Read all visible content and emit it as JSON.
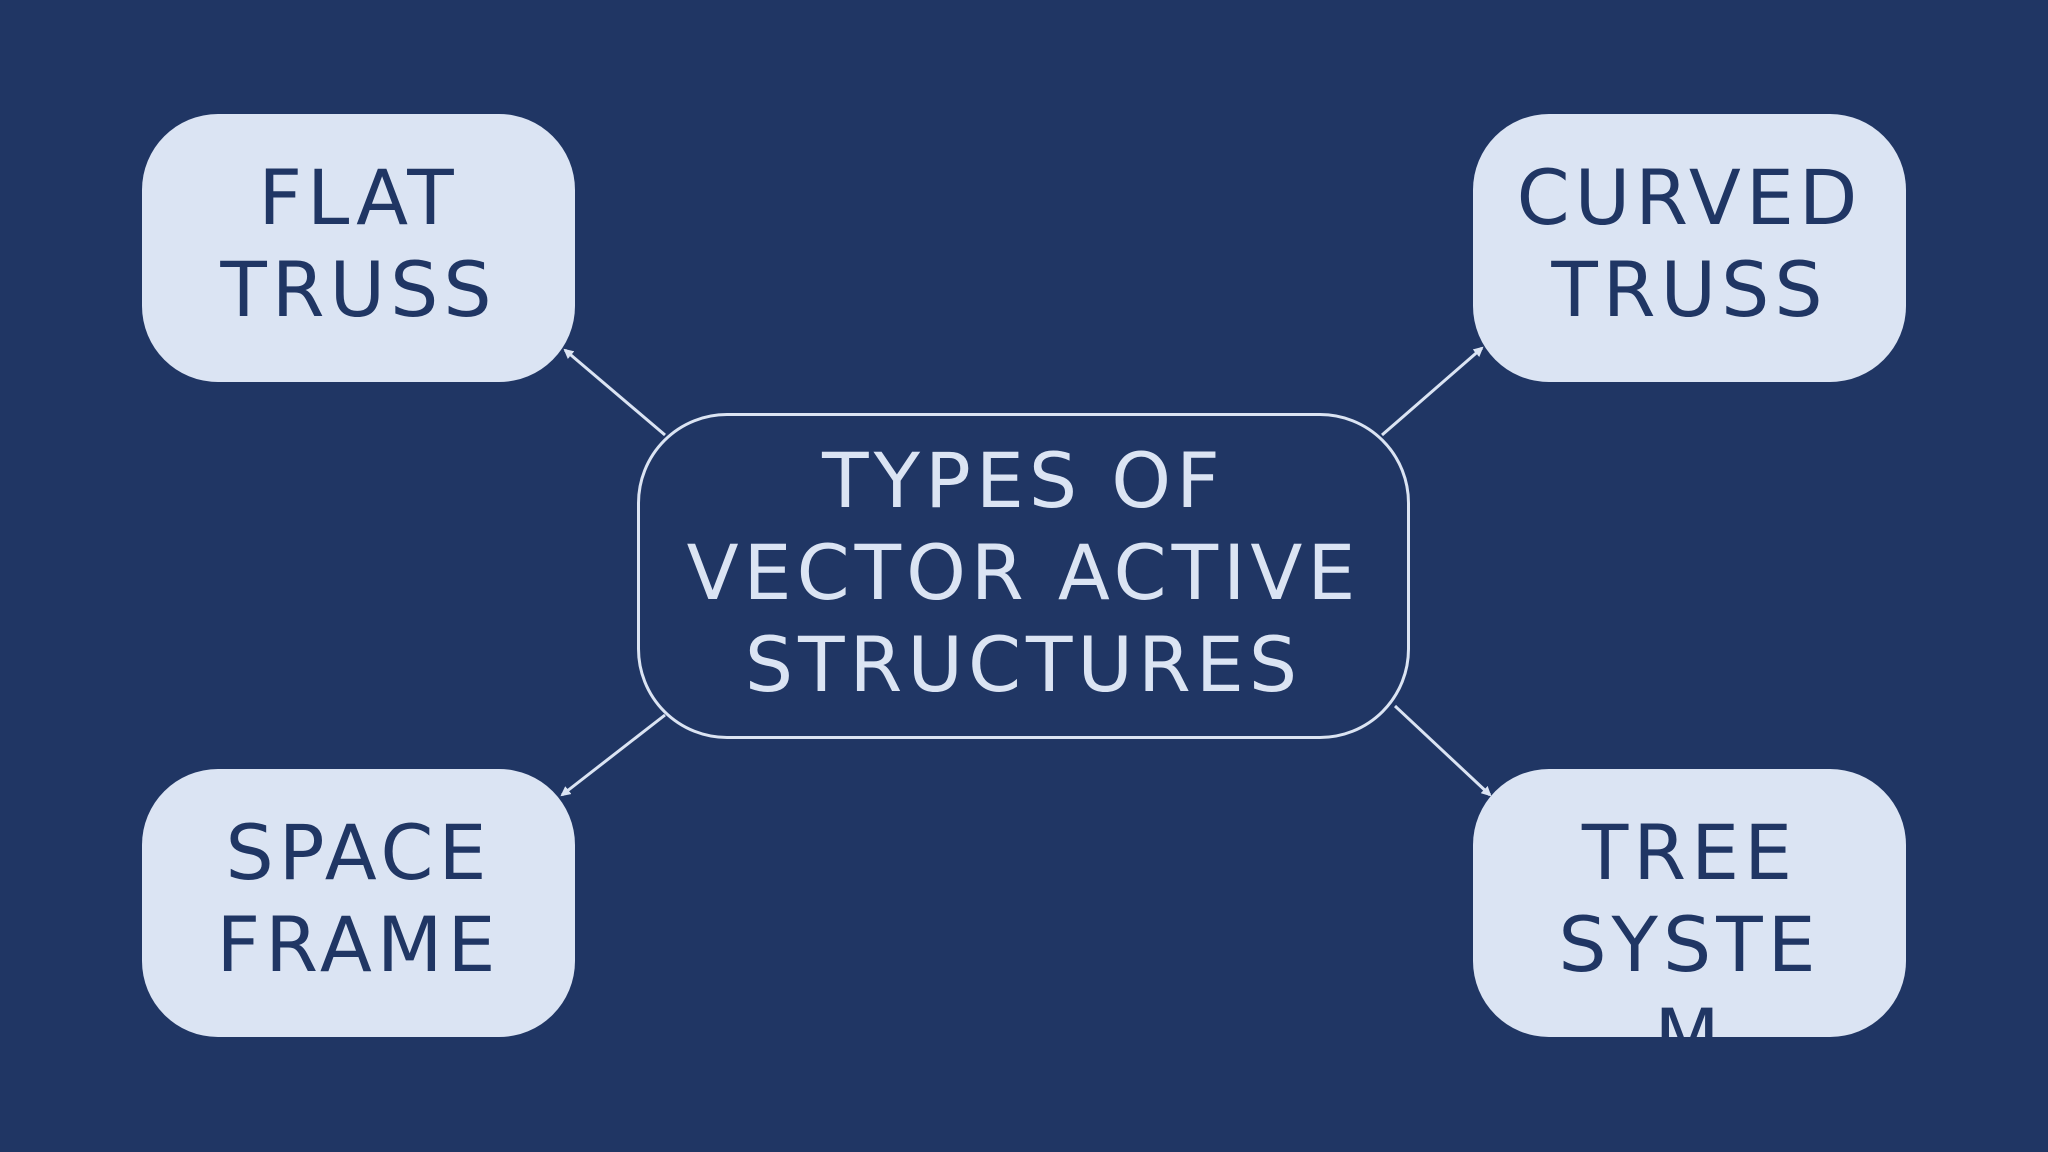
{
  "diagram": {
    "center": {
      "label": "TYPES OF\nVECTOR ACTIVE\nSTRUCTURES"
    },
    "nodes": [
      {
        "label": "FLAT\nTRUSS"
      },
      {
        "label": "CURVED\nTRUSS"
      },
      {
        "label": "SPACE\nFRAME"
      },
      {
        "label": "TREE\nSYSTE\nM"
      }
    ]
  },
  "colors": {
    "background": "#203664",
    "node_fill": "#dbe4f3",
    "node_text": "#203664",
    "center_outline": "#dbe4f3",
    "connector": "#dbe4f3"
  }
}
